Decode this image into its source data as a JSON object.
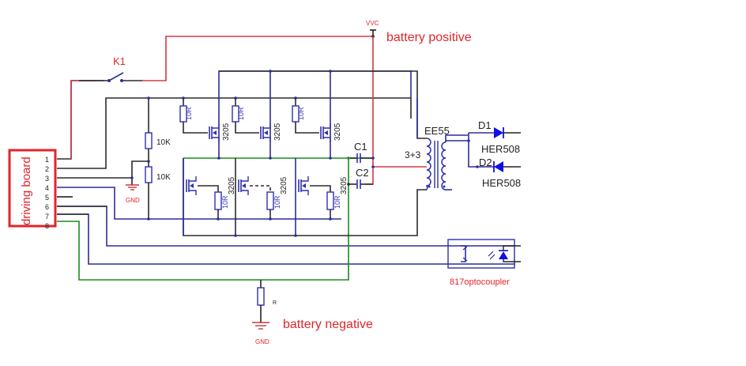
{
  "colors": {
    "wire_black": "#2b2b2b",
    "wire_blue": "#2d2d9a",
    "wire_red": "#d03a48",
    "wire_green": "#1e8a1e",
    "label_red": "#e0262c",
    "component_blue": "#2f2fb0",
    "diode_fill": "#1010e0"
  },
  "driving_board": {
    "label": "driving board",
    "pins": [
      "1",
      "2",
      "3",
      "4",
      "5",
      "6",
      "7",
      "8"
    ]
  },
  "switch": {
    "label": "K1"
  },
  "supply": {
    "symbol_label": "VVC",
    "label": "battery positive"
  },
  "ground": {
    "left_symbol_label": "GND",
    "bottom_symbol_label": "GND",
    "label": "battery negative",
    "resistor_label": "R"
  },
  "divider": {
    "r_top": "10K",
    "r_bottom": "10K"
  },
  "high_side": {
    "mosfets": [
      "3205",
      "3205",
      "3205"
    ],
    "gate_resistors": [
      "10R",
      "10R",
      "10R"
    ]
  },
  "low_side": {
    "mosfets": [
      "3205",
      "3205",
      "3205"
    ],
    "gate_resistors": [
      "10R",
      "10R",
      "10R"
    ]
  },
  "capacitors": {
    "c1": "C1",
    "c2": "C2"
  },
  "transformer": {
    "name": "EE55",
    "ratio": "3+3"
  },
  "diodes": [
    {
      "ref": "D1",
      "part": "HER508"
    },
    {
      "ref": "D2",
      "part": "HER508"
    }
  ],
  "optocoupler": {
    "label": "817optocoupler"
  }
}
